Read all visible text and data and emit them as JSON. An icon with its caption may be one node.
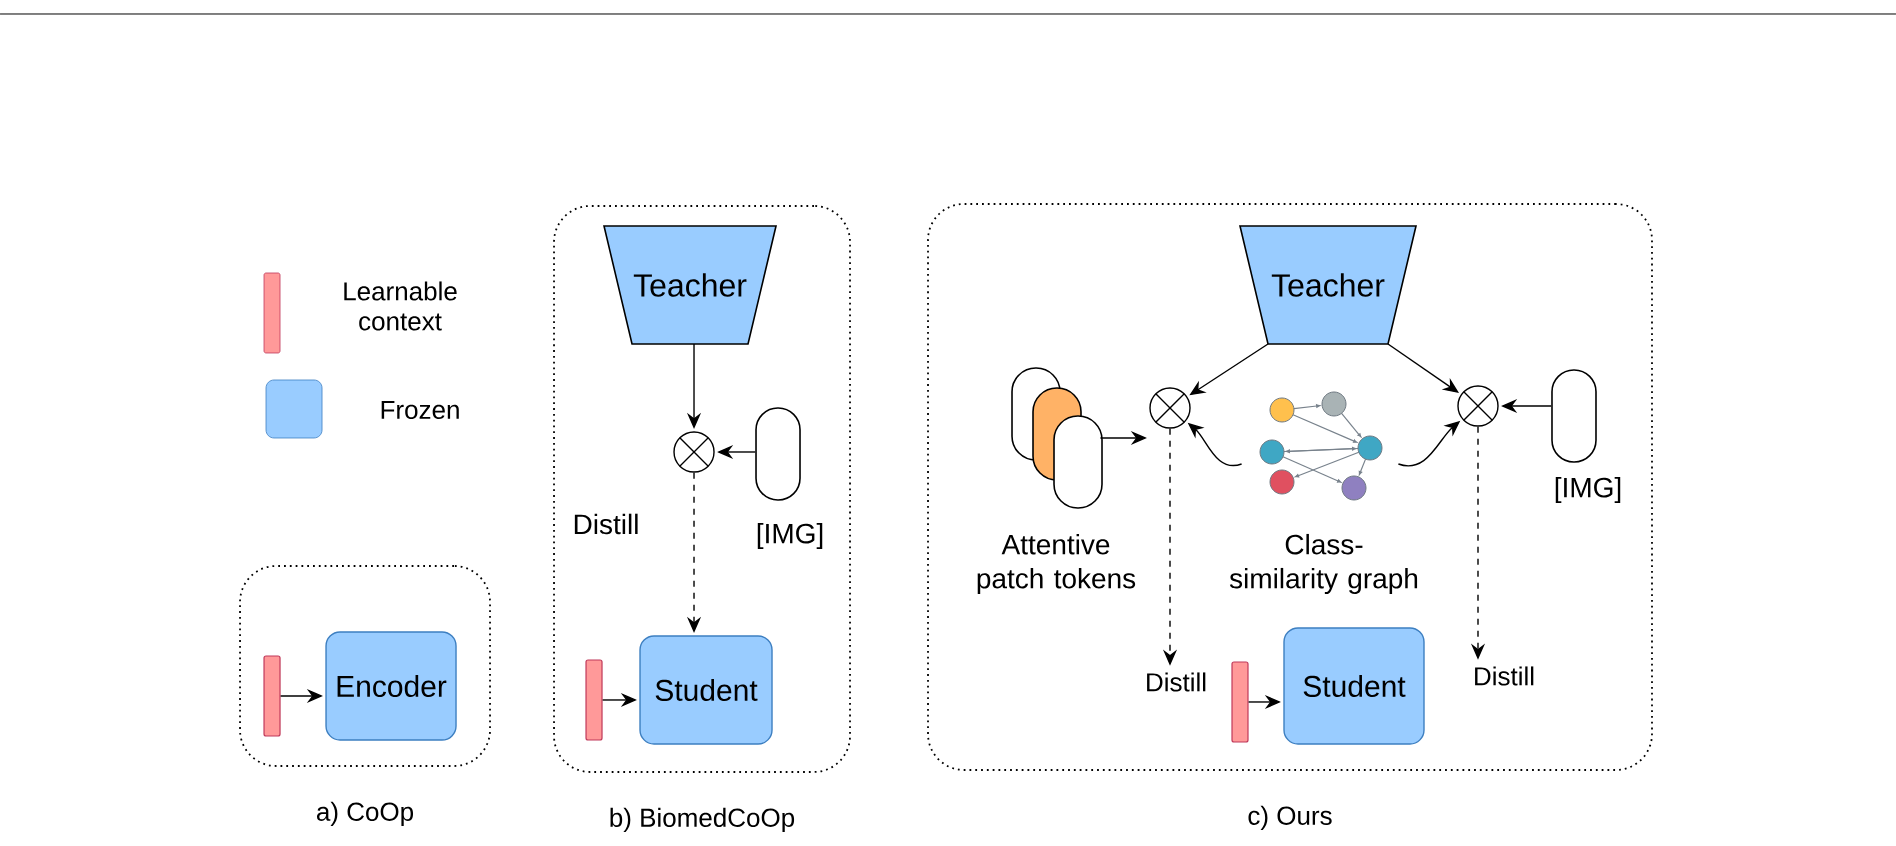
{
  "diagram": {
    "nodes": [
      {
        "text": [
          "a) CoOp"
        ]
      },
      {
        "text": [],
        "shape": "bar",
        "in": 0
      },
      {
        "text": [
          "Encoder"
        ],
        "in": 0
      },
      {
        "text": [
          "b) BiomedCoOp"
        ]
      },
      {
        "text": [
          "Teacher"
        ],
        "in": 3
      },
      {
        "text": [],
        "shape": "circle",
        "in": 3
      },
      {
        "text": [],
        "shape": "capsule",
        "beside": [
          "[IMG]"
        ],
        "in": 3
      },
      {
        "text": [
          "Student"
        ],
        "in": 3
      },
      {
        "text": [],
        "shape": "bar",
        "in": 3
      },
      {
        "text": [
          "c) Ours"
        ]
      },
      {
        "text": [
          "Teacher"
        ],
        "in": 9
      },
      {
        "text": [],
        "shape": "circle",
        "in": 9
      },
      {
        "text": [],
        "shape": "circle",
        "in": 9
      },
      {
        "text": [],
        "shape": "capsule",
        "beside": [
          "Attentive patch tokens"
        ],
        "in": 9
      },
      {
        "text": [],
        "shape": "picture",
        "beside": [
          "Class-similarity graph"
        ],
        "in": 9
      },
      {
        "text": [],
        "shape": "capsule",
        "beside": [
          "[IMG]"
        ],
        "in": 9
      },
      {
        "text": [],
        "shape": "bar",
        "in": 9
      },
      {
        "text": [
          "Student"
        ],
        "in": 9
      },
      {
        "text": [
          "Distill"
        ],
        "in": 9
      },
      {
        "text": [
          "Distill"
        ],
        "in": 9
      }
    ],
    "edges": [
      {
        "from": 1,
        "to": 2,
        "arrow": "to"
      },
      {
        "from": 4,
        "to": 5,
        "arrow": "to"
      },
      {
        "from": 6,
        "to": 5,
        "arrow": "to"
      },
      {
        "from": 5,
        "to": 7,
        "arrow": "to",
        "style": "dashed",
        "label": "Distill"
      },
      {
        "from": 8,
        "to": 7,
        "arrow": "to"
      },
      {
        "from": 10,
        "to": 11,
        "arrow": "to"
      },
      {
        "from": 10,
        "to": 12,
        "arrow": "to"
      },
      {
        "from": 13,
        "to": 11,
        "arrow": "to"
      },
      {
        "from": 14,
        "to": 11,
        "arrow": "to"
      },
      {
        "from": 14,
        "to": 12,
        "arrow": "to"
      },
      {
        "from": 15,
        "to": 12,
        "arrow": "to"
      },
      {
        "from": 11,
        "to": 18,
        "arrow": "to",
        "style": "dashed"
      },
      {
        "from": 12,
        "to": 19,
        "arrow": "to",
        "style": "dashed"
      },
      {
        "from": 16,
        "to": 17,
        "arrow": "to"
      }
    ],
    "legend": [
      {
        "text": "Learnable context",
        "color": "#ff9999"
      },
      {
        "text": "Frozen",
        "color": "#99ccff"
      }
    ]
  }
}
